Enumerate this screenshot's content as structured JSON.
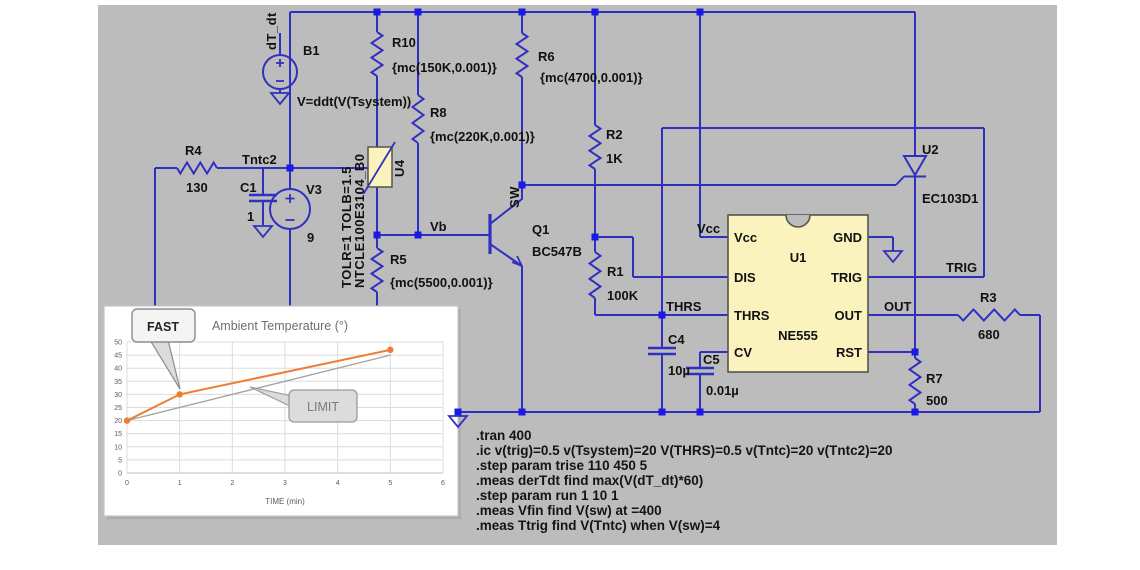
{
  "schematic": {
    "b1": {
      "name": "B1",
      "net": "dT_dt",
      "value": "V=ddt(V(Tsystem))"
    },
    "v3": {
      "name": "V3",
      "value": "9"
    },
    "r4": {
      "name": "R4",
      "value": "130"
    },
    "c1": {
      "name": "C1",
      "value": "1"
    },
    "tntc2_label": "Tntc2",
    "u4": {
      "name": "U4",
      "params": "TOLR=1 TOLB=1.5",
      "model": "NTCLE100E3104_B0"
    },
    "r10": {
      "name": "R10",
      "value": "{mc(150K,0.001)}"
    },
    "r8": {
      "name": "R8",
      "value": "{mc(220K,0.001)}"
    },
    "r6": {
      "name": "R6",
      "value": "{mc(4700,0.001)}"
    },
    "r2": {
      "name": "R2",
      "value": "1K"
    },
    "r5": {
      "name": "R5",
      "value": "{mc(5500,0.001)}"
    },
    "r1": {
      "name": "R1",
      "value": "100K"
    },
    "r3": {
      "name": "R3",
      "value": "680"
    },
    "r7": {
      "name": "R7",
      "value": "500"
    },
    "c4": {
      "name": "C4",
      "value": "10µ"
    },
    "c5": {
      "name": "C5",
      "value": "0.01µ"
    },
    "q1": {
      "name": "Q1",
      "model": "BC547B"
    },
    "u1": {
      "name": "U1",
      "model": "NE555",
      "pins_left": [
        "Vcc",
        "DIS",
        "THRS",
        "CV"
      ],
      "pins_right": [
        "GND",
        "TRIG",
        "OUT",
        "RST"
      ]
    },
    "u2": {
      "name": "U2",
      "model": "EC103D1"
    },
    "nets": {
      "vb": "Vb",
      "sw": "SW",
      "vcc": "Vcc",
      "thrs": "THRS",
      "trig": "TRIG",
      "out": "OUT"
    },
    "directives": [
      ".tran 400",
      ".ic v(trig)=0.5 v(Tsystem)=20 V(THRS)=0.5 v(Tntc)=20 v(Tntc2)=20",
      ".step param trise 110 450 5",
      ".meas derTdt  find max(V(dT_dt)*60)",
      ".step param run 1 10 1",
      ".meas Vfin find V(sw) at =400",
      ".meas Ttrig find V(Tntc) when V(sw)=4"
    ]
  },
  "chart_data": {
    "type": "line",
    "title": "Ambient Temperature (°)",
    "xlabel": "TIME (min)",
    "ylabel": "",
    "xlim": [
      0,
      6
    ],
    "ylim": [
      0,
      50
    ],
    "x_ticks": [
      0,
      1,
      2,
      3,
      4,
      5,
      6
    ],
    "y_ticks": [
      0,
      5,
      10,
      15,
      20,
      25,
      30,
      35,
      40,
      45,
      50
    ],
    "grid": true,
    "legend_position": "none",
    "series": [
      {
        "name": "FAST",
        "color": "#ED7D31",
        "markers": true,
        "x": [
          0,
          1,
          5
        ],
        "y": [
          20,
          30,
          47
        ]
      },
      {
        "name": "LIMIT",
        "color": "#A6A6A6",
        "markers": false,
        "x": [
          0,
          5
        ],
        "y": [
          20,
          45
        ]
      }
    ],
    "callouts": [
      {
        "label": "FAST"
      },
      {
        "label": "LIMIT"
      }
    ]
  },
  "colors": {
    "wire": "#3030C0",
    "junction": "#1A1AE6",
    "component_fill": "#FBF3BE",
    "canvas": "#BCBCBC",
    "fast_series": "#ED7D31",
    "limit_series": "#A6A6A6"
  }
}
